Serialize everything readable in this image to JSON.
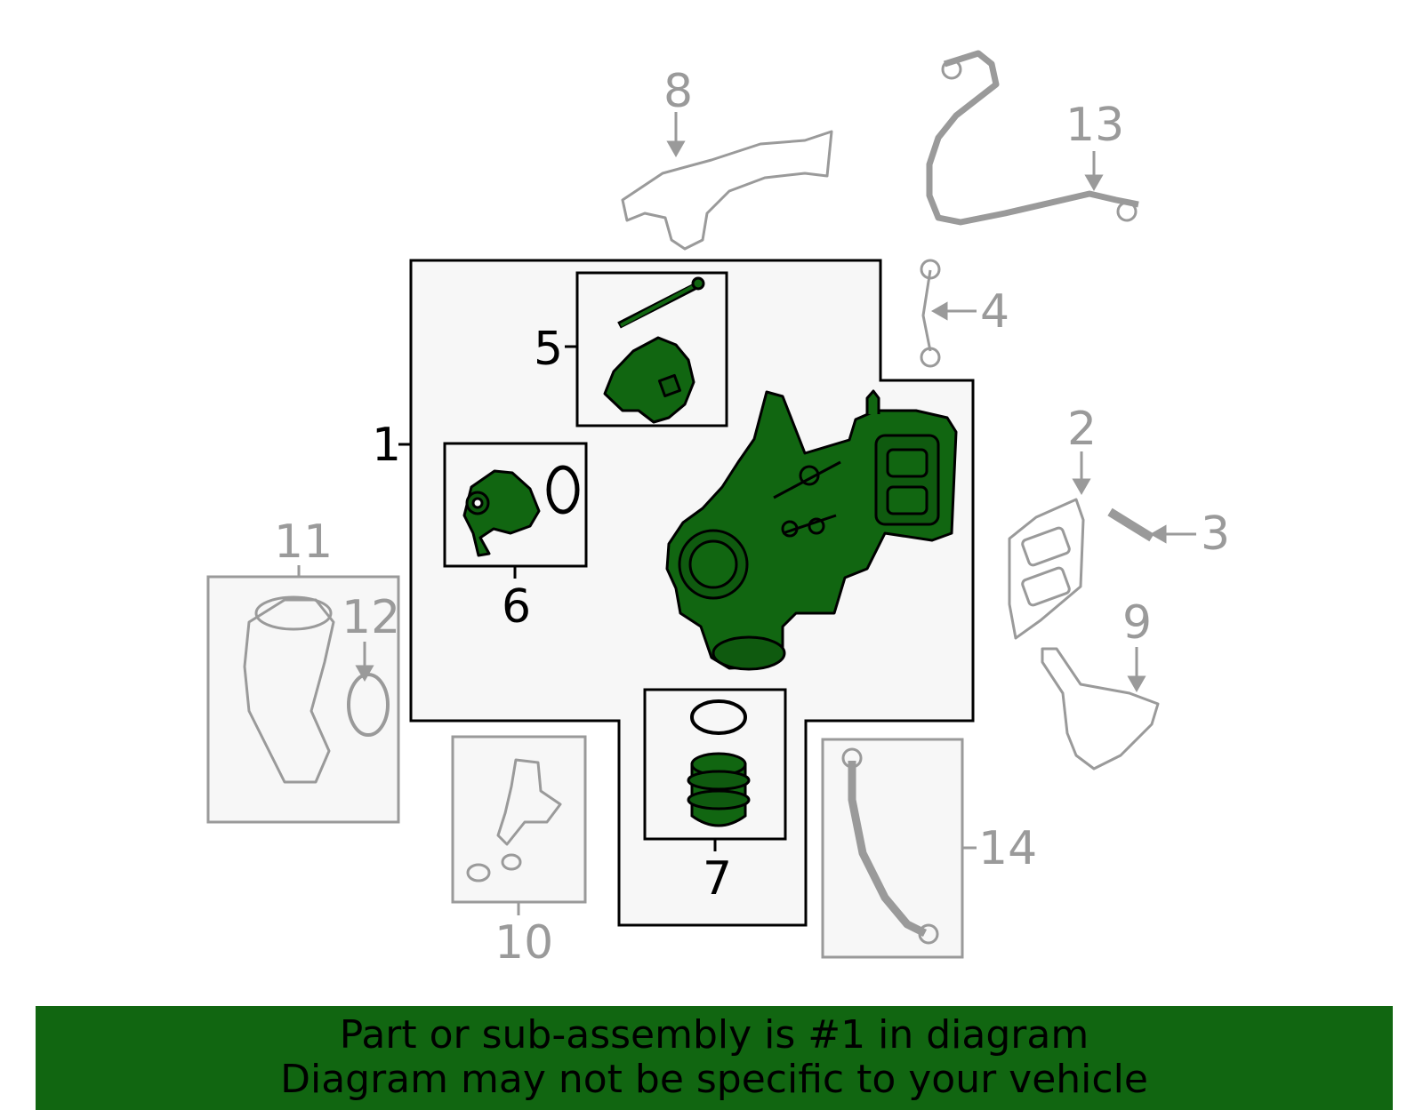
{
  "diagram": {
    "callouts": {
      "c1": "1",
      "c2": "2",
      "c3": "3",
      "c4": "4",
      "c5": "5",
      "c6": "6",
      "c7": "7",
      "c8": "8",
      "c9": "9",
      "c10": "10",
      "c11": "11",
      "c12": "12",
      "c13": "13",
      "c14": "14"
    }
  },
  "banner": {
    "line1": "Part or sub-assembly is #1 in diagram",
    "line2": "Diagram may not be specific to your vehicle"
  },
  "colors": {
    "highlight": "#116611",
    "secondary": "#9a9a9a",
    "primary": "#000000",
    "panel": "#f7f7f7"
  },
  "icons": [
    "turbocharger-icon",
    "actuator-icon",
    "bypass-valve-icon",
    "connector-icon",
    "heat-shield-icon",
    "gasket-icon",
    "stud-icon",
    "coolant-pipe-icon",
    "oil-line-icon",
    "intake-pipe-icon",
    "o-ring-icon",
    "bracket-icon"
  ]
}
